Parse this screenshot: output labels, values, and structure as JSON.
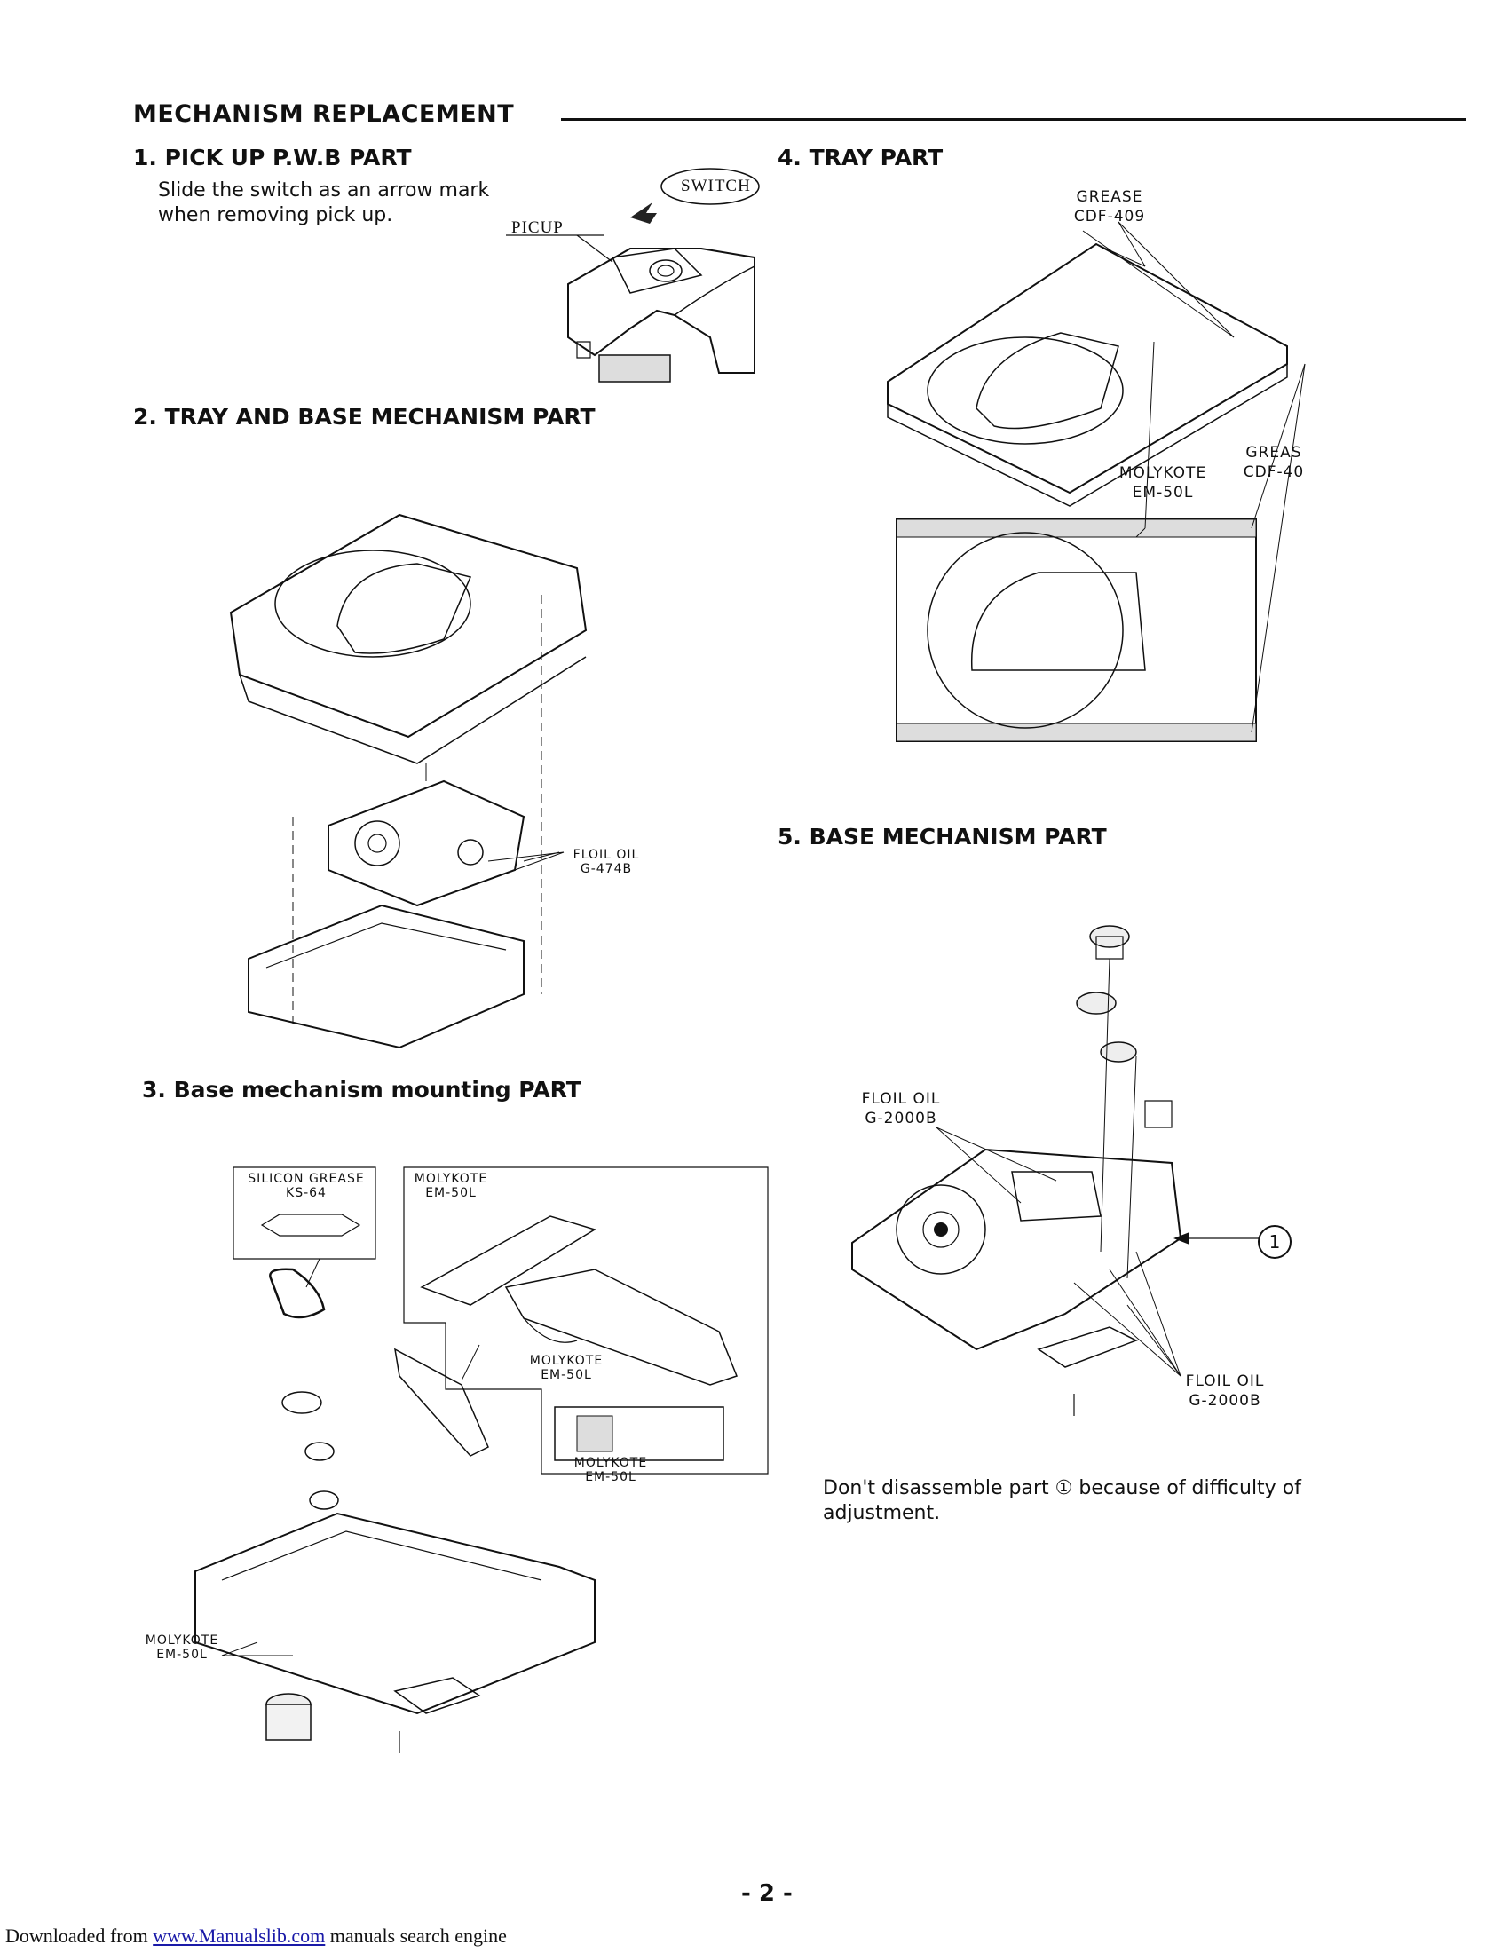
{
  "header": {
    "title": "MECHANISM REPLACEMENT"
  },
  "sections": {
    "s1": {
      "title": "1. PICK UP P.W.B PART",
      "text_lines": [
        "Slide the switch as an arrow mark",
        "when removing pick up."
      ],
      "label_switch": "SWITCH",
      "label_picup": "PICUP"
    },
    "s2": {
      "title": "2. TRAY AND BASE MECHANISM PART",
      "oil_label_1": "FLOIL OIL",
      "oil_label_2": "G-474B"
    },
    "s3": {
      "title": "3. Base mechanism mounting PART",
      "silicon_1": "SILICON GREASE",
      "silicon_2": "KS-64",
      "molykote_a_1": "MOLYKOTE",
      "molykote_a_2": "EM-50L",
      "molykote_b_1": "MOLYKOTE",
      "molykote_b_2": "EM-50L",
      "molykote_c_1": "MOLYKOTE",
      "molykote_c_2": "EM-50L",
      "molykote_d_1": "MOLYKOTE",
      "molykote_d_2": "EM-50L"
    },
    "s4": {
      "title": "4. TRAY PART",
      "grease_1": "GREASE",
      "grease_2": "CDF-409",
      "molykote_1": "MOLYKOTE",
      "molykote_2": "EM-50L",
      "greas_1": "GREAS",
      "greas_2": "CDF-40"
    },
    "s5": {
      "title": "5. BASE MECHANISM PART",
      "oil_top_1": "FLOIL OIL",
      "oil_top_2": "G-2000B",
      "oil_bot_1": "FLOIL OIL",
      "oil_bot_2": "G-2000B",
      "callout": "1",
      "note_lines": [
        "Don't disassemble part ① because of difficulty of",
        "adjustment."
      ]
    }
  },
  "page_number": "- 2 -",
  "footer": {
    "prefix": "Downloaded from ",
    "link": "www.Manualslib.com",
    "suffix": " manuals search engine"
  }
}
